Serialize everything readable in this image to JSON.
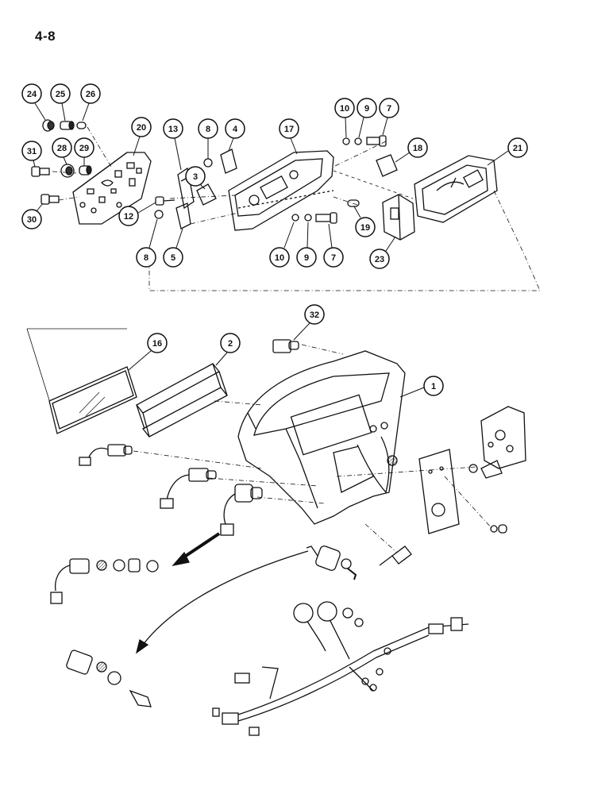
{
  "page": {
    "number": "4-8"
  },
  "callouts": [
    {
      "id": "c24",
      "label": "24"
    },
    {
      "id": "c25",
      "label": "25"
    },
    {
      "id": "c26",
      "label": "26"
    },
    {
      "id": "c20",
      "label": "20"
    },
    {
      "id": "c31",
      "label": "31"
    },
    {
      "id": "c28",
      "label": "28"
    },
    {
      "id": "c29",
      "label": "29"
    },
    {
      "id": "c30",
      "label": "30"
    },
    {
      "id": "c13",
      "label": "13"
    },
    {
      "id": "c8a",
      "label": "8"
    },
    {
      "id": "c4",
      "label": "4"
    },
    {
      "id": "c3",
      "label": "3"
    },
    {
      "id": "c12",
      "label": "12"
    },
    {
      "id": "c8b",
      "label": "8"
    },
    {
      "id": "c5",
      "label": "5"
    },
    {
      "id": "c17",
      "label": "17"
    },
    {
      "id": "c10a",
      "label": "10"
    },
    {
      "id": "c9a",
      "label": "9"
    },
    {
      "id": "c7a",
      "label": "7"
    },
    {
      "id": "c18",
      "label": "18"
    },
    {
      "id": "c21",
      "label": "21"
    },
    {
      "id": "c10b",
      "label": "10"
    },
    {
      "id": "c9b",
      "label": "9"
    },
    {
      "id": "c7b",
      "label": "7"
    },
    {
      "id": "c19",
      "label": "19"
    },
    {
      "id": "c23",
      "label": "23"
    },
    {
      "id": "c32",
      "label": "32"
    },
    {
      "id": "c16",
      "label": "16"
    },
    {
      "id": "c2",
      "label": "2"
    },
    {
      "id": "c1",
      "label": "1"
    }
  ]
}
